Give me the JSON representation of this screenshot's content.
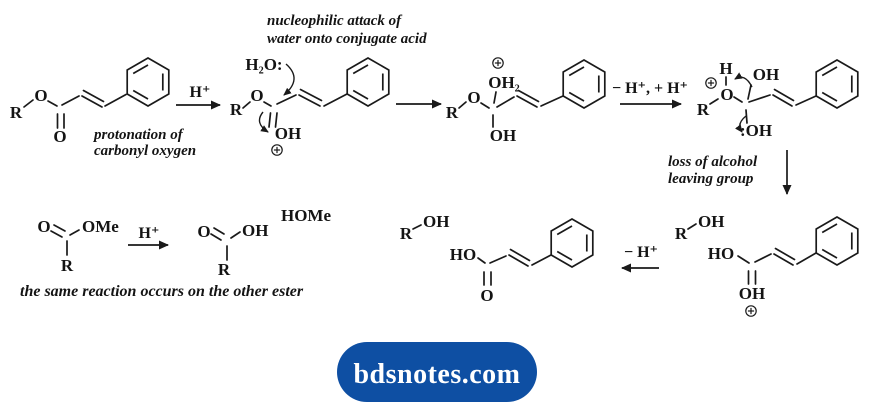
{
  "colors": {
    "ink": "#1a1a1a",
    "background": "#ffffff",
    "badge_bg": "#0e4fa3",
    "badge_fg": "#ffffff"
  },
  "annotations": {
    "nucleophilic_line1": "nucleophilic attack of",
    "nucleophilic_line2": "water onto conjugate acid",
    "protonation_line1": "protonation of",
    "protonation_line2": "carbonyl oxygen",
    "loss_line1": "loss of alcohol",
    "loss_line2": "leaving group",
    "same_reaction": "the same reaction occurs on the other ester"
  },
  "arrow_labels": {
    "h_plus": "H⁺",
    "proton_transfer": "− H⁺, + H⁺",
    "minus_h": "− H⁺"
  },
  "atoms": {
    "r": "R",
    "o": "O",
    "oh": "OH",
    "ho": "HO",
    "h": "H",
    "h2o": "H₂O:",
    "oh2": "OH₂",
    "oh_lone_pair": ":OH",
    "ome": "OMe",
    "home": "HOMe"
  },
  "icons": {
    "plus_charge": "⊕",
    "benzene_ring": "hexagon-with-alternating-double-bonds"
  },
  "watermark": {
    "label": "bdsnotes.com"
  }
}
